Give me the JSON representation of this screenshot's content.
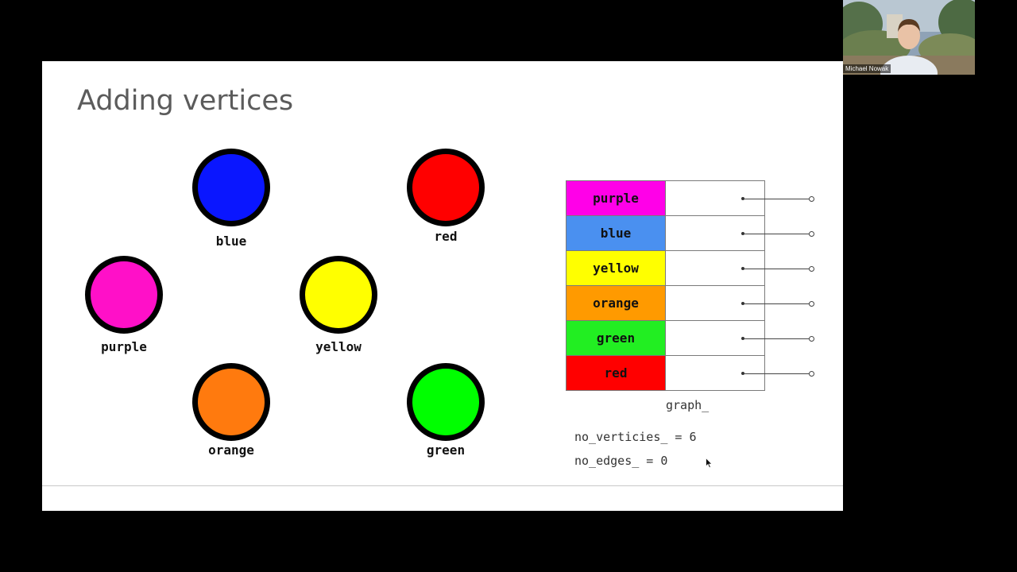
{
  "slide": {
    "title": "Adding vertices",
    "vertices": [
      {
        "label": "blue",
        "color": "#0a16ff"
      },
      {
        "label": "red",
        "color": "#ff0000"
      },
      {
        "label": "purple",
        "color": "#ff10c8"
      },
      {
        "label": "yellow",
        "color": "#ffff00"
      },
      {
        "label": "orange",
        "color": "#ff7a0e"
      },
      {
        "label": "green",
        "color": "#00ff00"
      }
    ],
    "adjacency_list": [
      {
        "key": "purple",
        "color": "#ff00e8"
      },
      {
        "key": "blue",
        "color": "#4a90f0"
      },
      {
        "key": "yellow",
        "color": "#ffff00"
      },
      {
        "key": "orange",
        "color": "#ff9a00"
      },
      {
        "key": "green",
        "color": "#22ee22"
      },
      {
        "key": "red",
        "color": "#ff0000"
      }
    ],
    "graph_label": "graph_",
    "no_vertices": "no_verticies_ = 6",
    "no_edges": "no_edges_ = 0"
  },
  "webcam": {
    "participant_name": "Michael Nowak"
  }
}
